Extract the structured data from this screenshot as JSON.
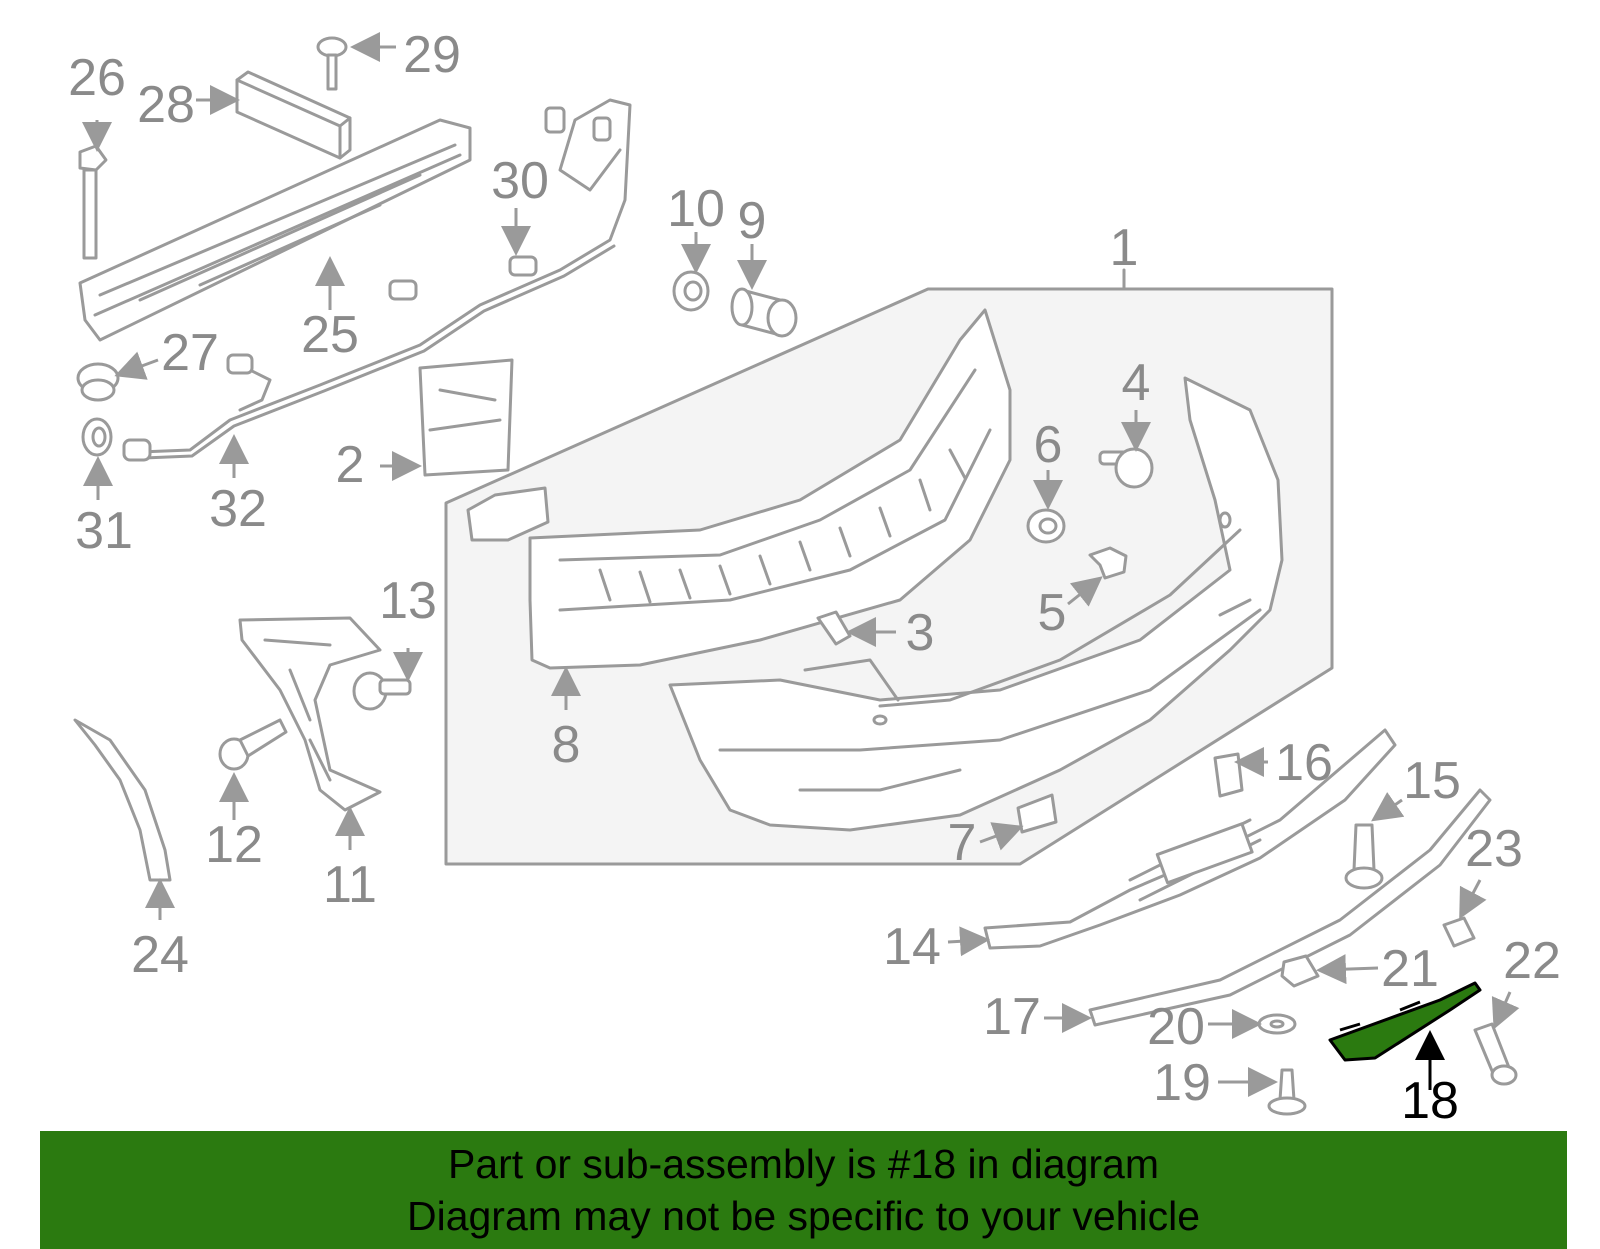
{
  "diagram": {
    "callouts": {
      "c1": "1",
      "c2": "2",
      "c3": "3",
      "c4": "4",
      "c5": "5",
      "c6": "6",
      "c7": "7",
      "c8": "8",
      "c9": "9",
      "c10": "10",
      "c11": "11",
      "c12": "12",
      "c13": "13",
      "c14": "14",
      "c15": "15",
      "c16": "16",
      "c17": "17",
      "c18": "18",
      "c19": "19",
      "c20": "20",
      "c21": "21",
      "c22": "22",
      "c23": "23",
      "c24": "24",
      "c25": "25",
      "c26": "26",
      "c27": "27",
      "c28": "28",
      "c29": "29",
      "c30": "30",
      "c31": "31",
      "c32": "32"
    },
    "highlight_part": "18",
    "highlight_color": "#2b7a10",
    "line_color": "#9a9a9a"
  },
  "banner": {
    "line1": "Part or sub-assembly is #18 in diagram",
    "line2": "Diagram may not be specific to your vehicle",
    "background": "#2b7a10"
  }
}
